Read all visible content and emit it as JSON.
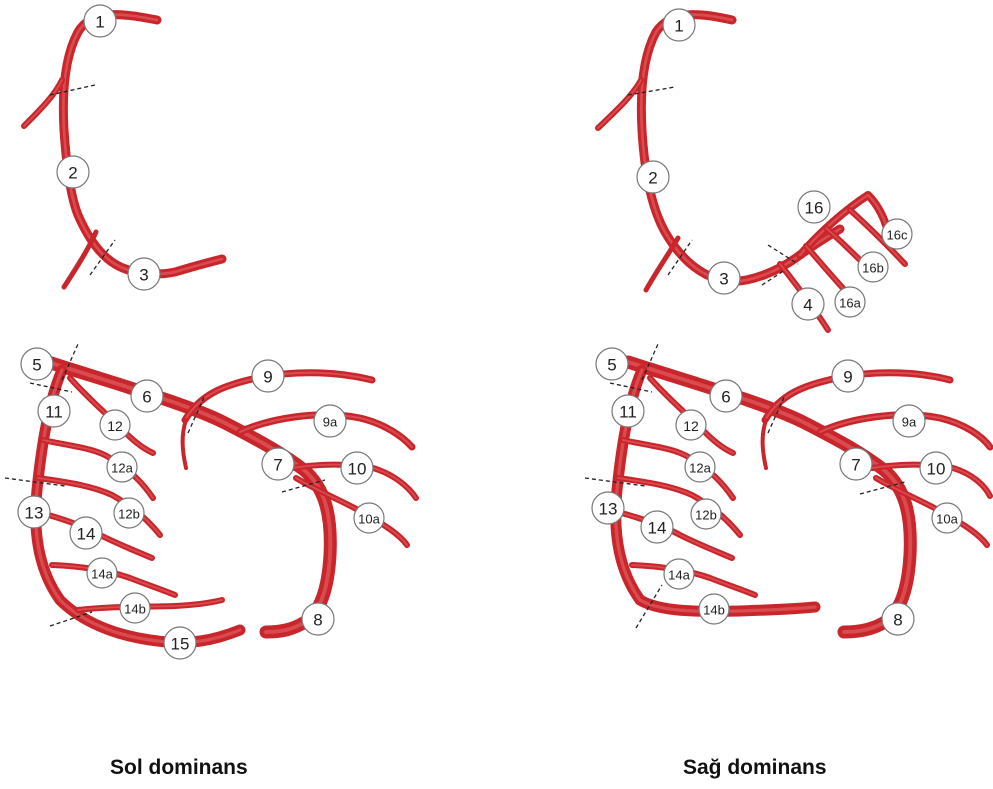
{
  "captions": {
    "left": "Sol dominans",
    "right": "Sağ dominans"
  },
  "colors": {
    "vessel": "#c9262c",
    "vessel_highlight": "#e86a6e",
    "marker_fill": "#ffffff",
    "marker_stroke": "#777777"
  },
  "segments": {
    "s1": "1",
    "s2": "2",
    "s3": "3",
    "s4": "4",
    "s5": "5",
    "s6": "6",
    "s7": "7",
    "s8": "8",
    "s9": "9",
    "s9a": "9a",
    "s10": "10",
    "s10a": "10a",
    "s11": "11",
    "s12": "12",
    "s12a": "12a",
    "s12b": "12b",
    "s13": "13",
    "s14": "14",
    "s14a": "14a",
    "s14b": "14b",
    "s15": "15",
    "s16": "16",
    "s16a": "16a",
    "s16b": "16b",
    "s16c": "16c"
  }
}
